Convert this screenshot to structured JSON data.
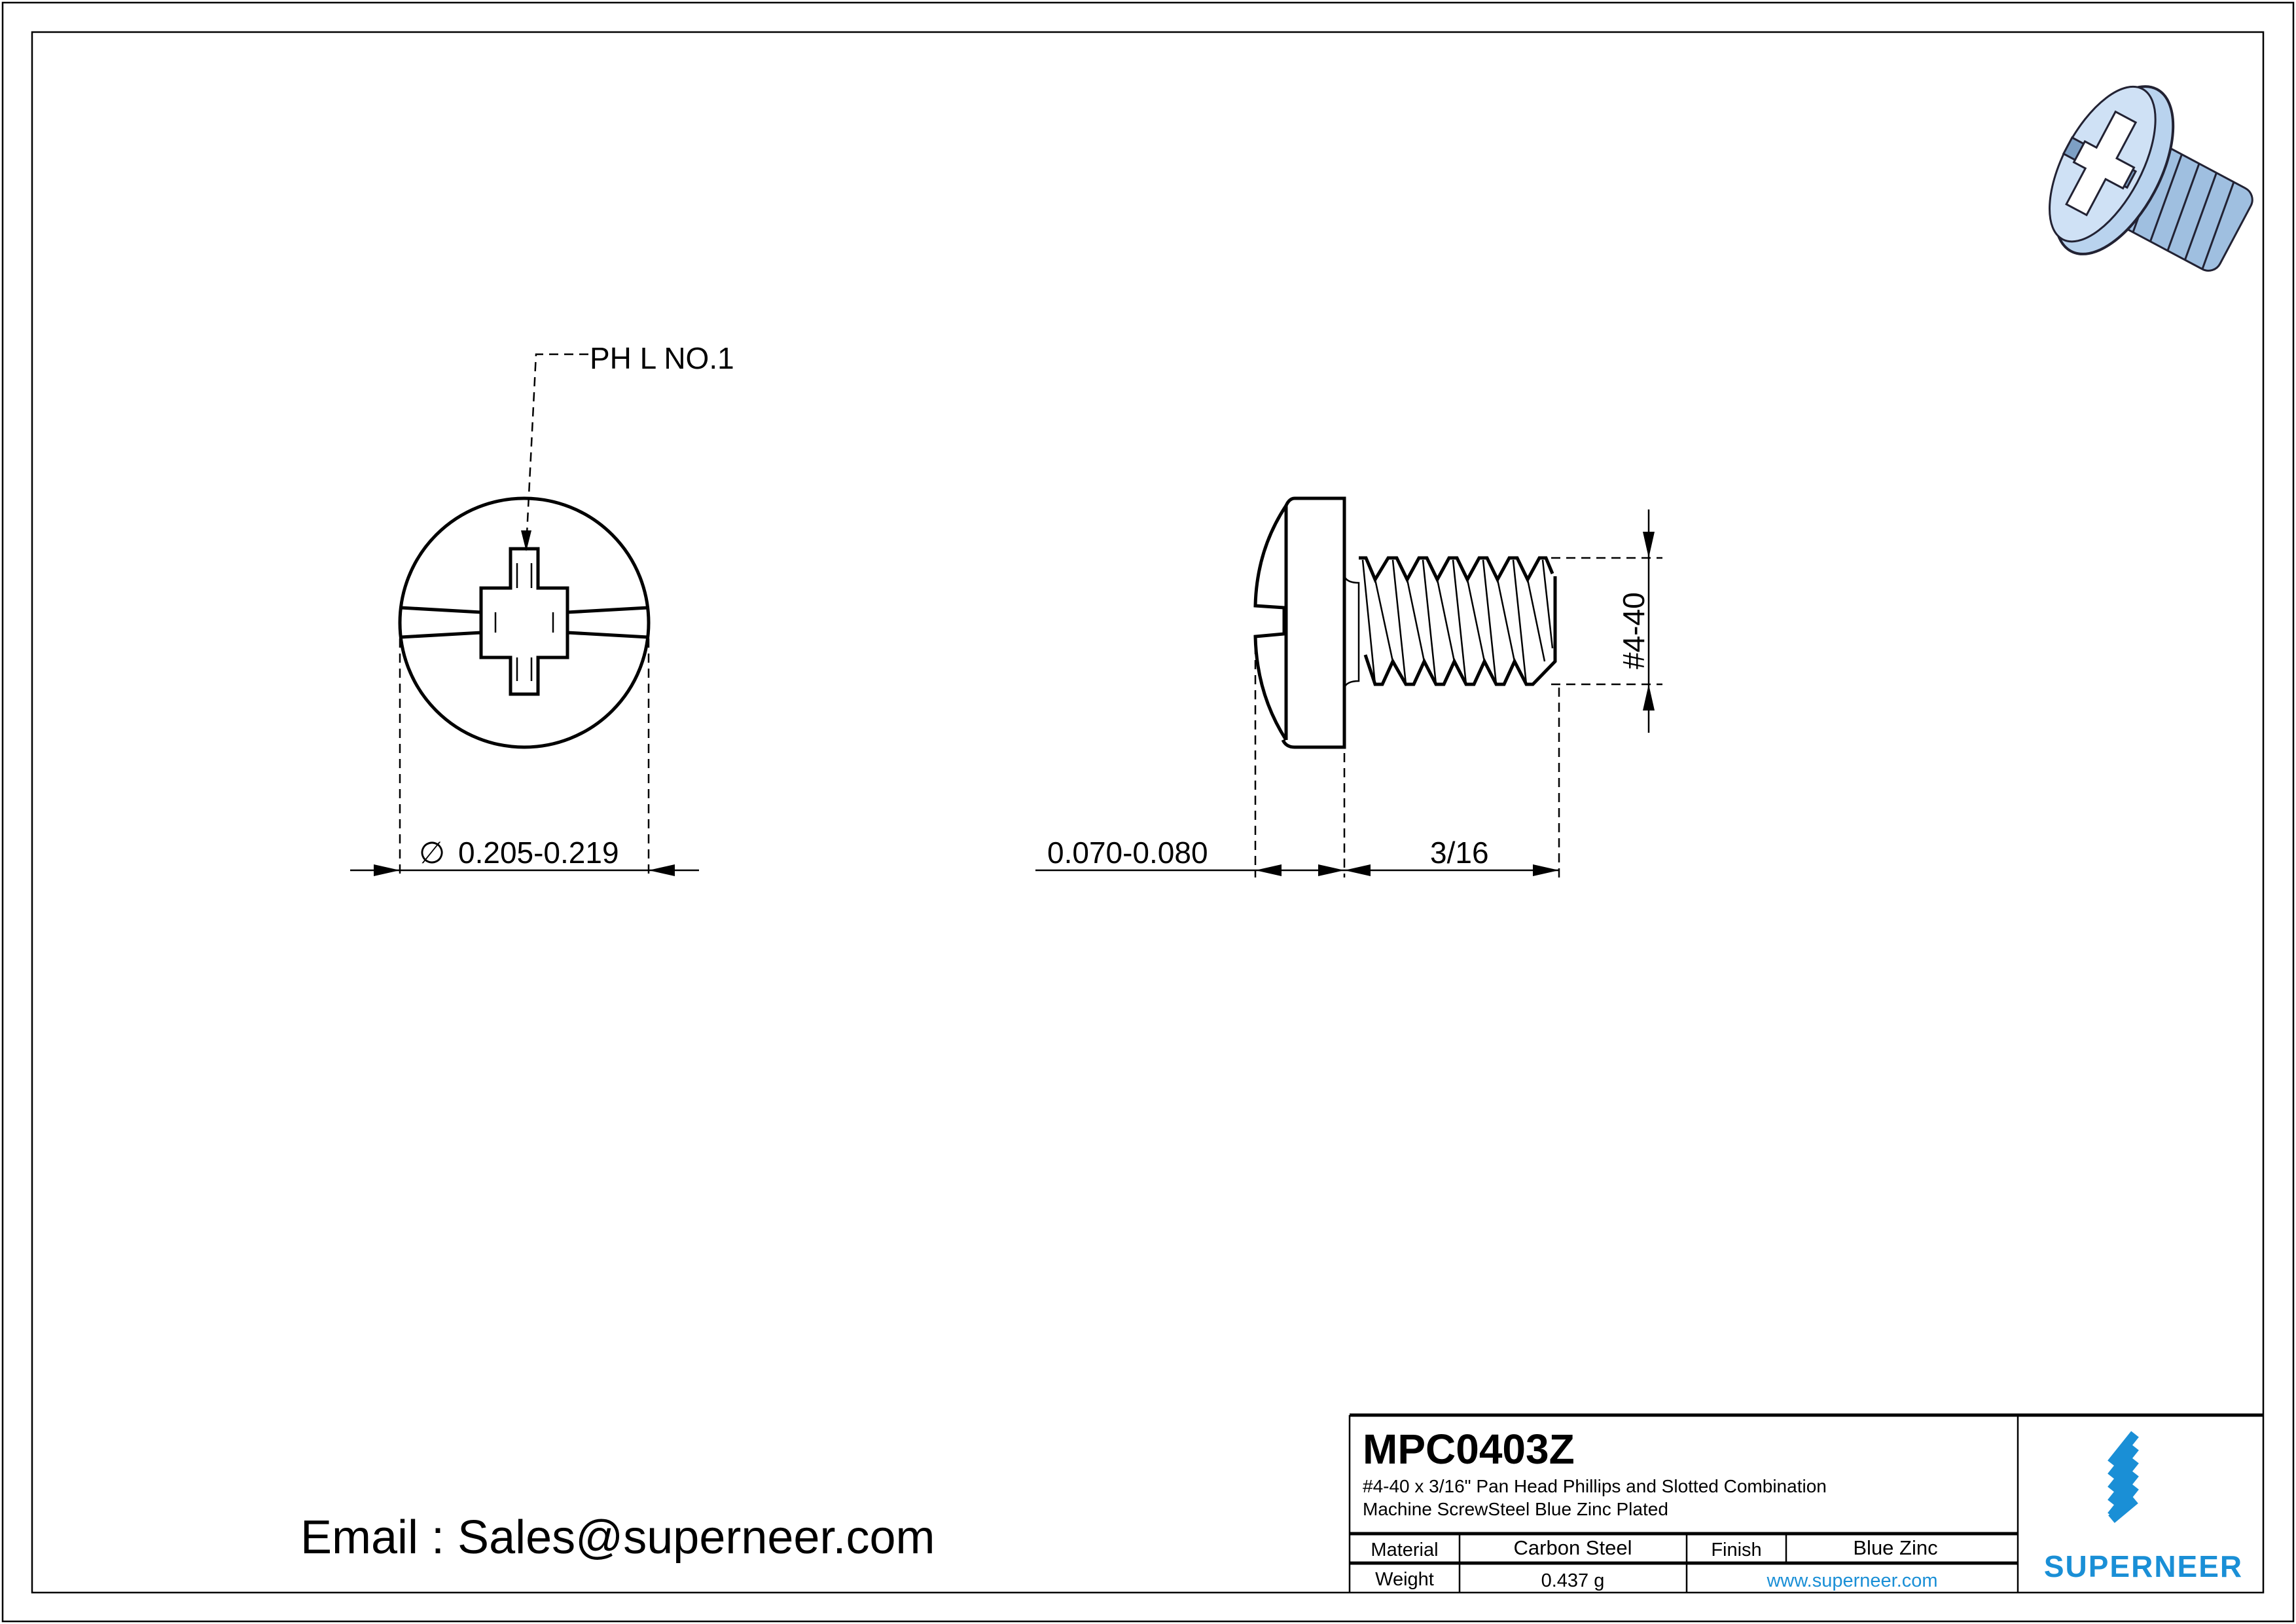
{
  "drawing": {
    "callout_label": "PH L NO.1",
    "head_diameter": "0.205-0.219",
    "diameter_symbol": "∅",
    "head_height": "0.070-0.080",
    "length": "3/16",
    "thread_size": "#4-40",
    "email": "Email : Sales@superneer.com"
  },
  "title_block": {
    "part_number": "MPC0403Z",
    "description_line1": "#4-40 x 3/16\" Pan Head Phillips and Slotted Combination",
    "description_line2": "Machine ScrewSteel Blue Zinc Plated",
    "material_label": "Material",
    "material_value": "Carbon Steel",
    "finish_label": "Finish",
    "finish_value": "Blue Zinc",
    "weight_label": "Weight",
    "weight_value": "0.437 g",
    "website": "www.superneer.com",
    "logo_text": "SUPERNEER"
  },
  "colors": {
    "brand": "#1a8fd6",
    "screw_render": "#a9c8e8"
  }
}
